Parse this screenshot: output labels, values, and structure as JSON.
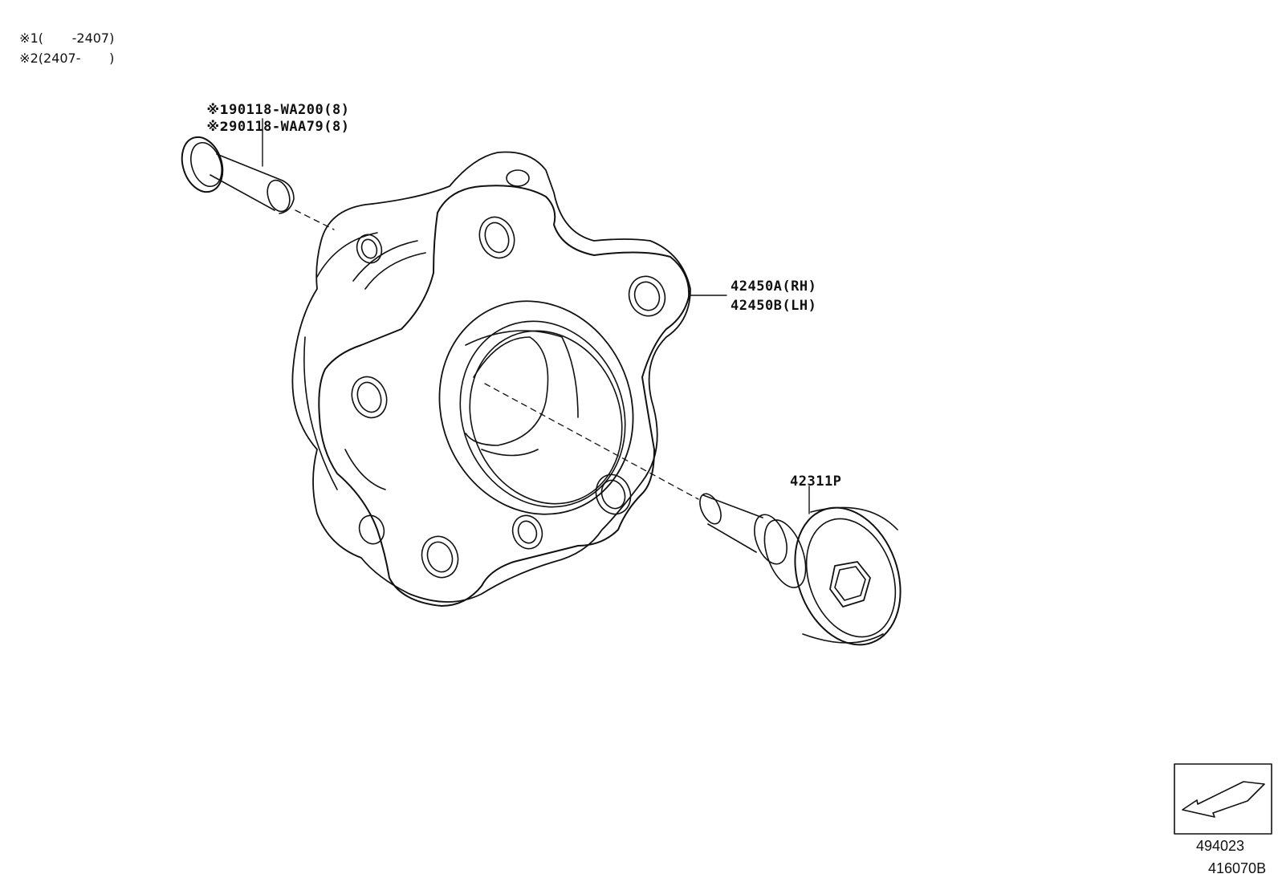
{
  "notes": [
    {
      "mark": "※1",
      "text": "(       -2407)"
    },
    {
      "mark": "※2",
      "text": "(2407-       )"
    }
  ],
  "callouts": {
    "bolt": [
      {
        "mark": "※1",
        "part": "90118-WA200(8)"
      },
      {
        "mark": "※2",
        "part": "90118-WAA79(8)"
      }
    ],
    "hub": [
      "42450A(RH)",
      "42450B(LH)"
    ],
    "nut": "42311P"
  },
  "direction_box": {
    "code": "494023",
    "icon": "arrow-icon"
  },
  "figure_code": "416070B",
  "colors": {
    "line": "#111111",
    "background": "#ffffff"
  }
}
